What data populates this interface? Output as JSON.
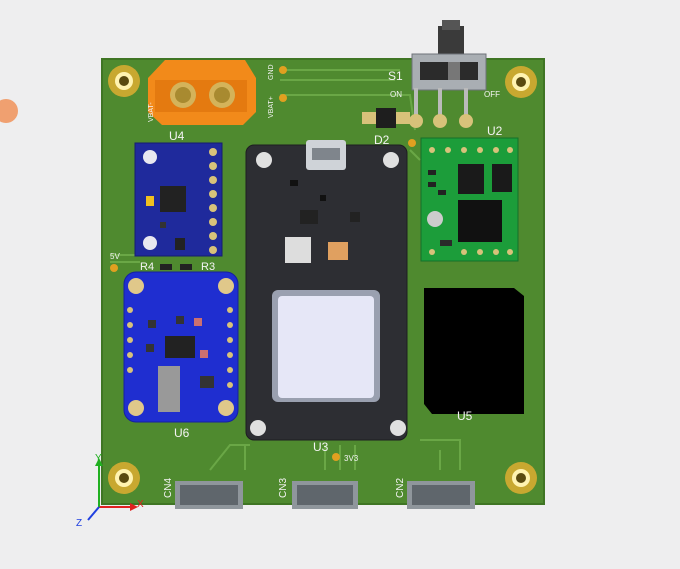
{
  "board": {
    "pcb_color": "#4f8a2f",
    "trace_color": "#6aa746",
    "silk_color": "#f4f4f4",
    "pad_color": "#d8c27a"
  },
  "labels": {
    "u4": "U4",
    "s1": "S1",
    "on": "ON",
    "off": "OFF",
    "gnd": "GND",
    "vbat_plus": "VBAT+",
    "vbat_minus": "VBAT-",
    "d2": "D2",
    "u2": "U2",
    "r4": "R4",
    "r3": "R3",
    "v5": "5V",
    "u6": "U6",
    "u3": "U3",
    "v33": "3V3",
    "u5": "U5",
    "cn4": "CN4",
    "cn3": "CN3",
    "cn2": "CN2"
  },
  "axes": {
    "x": "X",
    "y": "Y",
    "z": "Z",
    "x_color": "#e02020",
    "y_color": "#20b020",
    "z_color": "#2040e0"
  }
}
